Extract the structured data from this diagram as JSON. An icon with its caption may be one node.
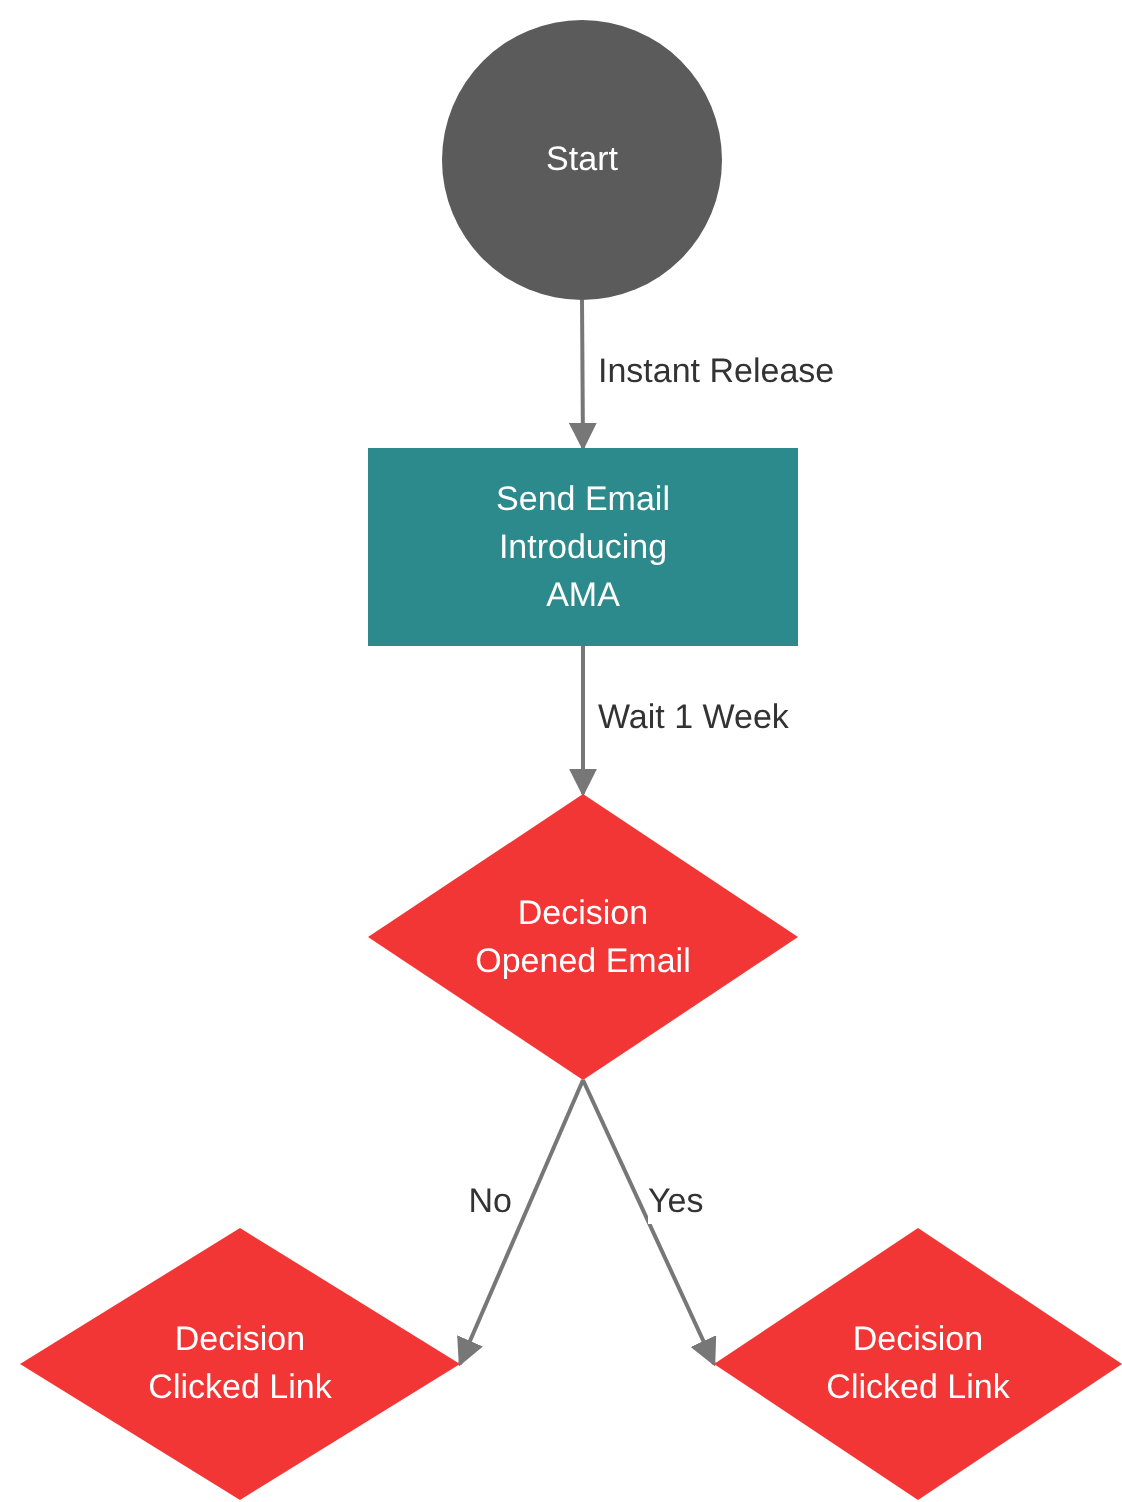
{
  "diagram": {
    "nodes": [
      {
        "text": [
          "Start"
        ]
      },
      {
        "text": [
          "Send Email Introducing AMA"
        ]
      },
      {
        "text": [
          "Decision Opened Email"
        ]
      },
      {
        "text": [
          "Decision Clicked Link"
        ]
      },
      {
        "text": [
          "Decision Clicked Link"
        ]
      }
    ],
    "edges": [
      {
        "from": 0,
        "to": 1,
        "arrow": "to",
        "label": "Instant Release"
      },
      {
        "from": 1,
        "to": 2,
        "arrow": "to",
        "label": "Wait 1 Week"
      },
      {
        "from": 2,
        "to": 3,
        "arrow": "to",
        "label": "No"
      },
      {
        "from": 2,
        "to": 4,
        "arrow": "to",
        "label": "Yes"
      }
    ]
  }
}
